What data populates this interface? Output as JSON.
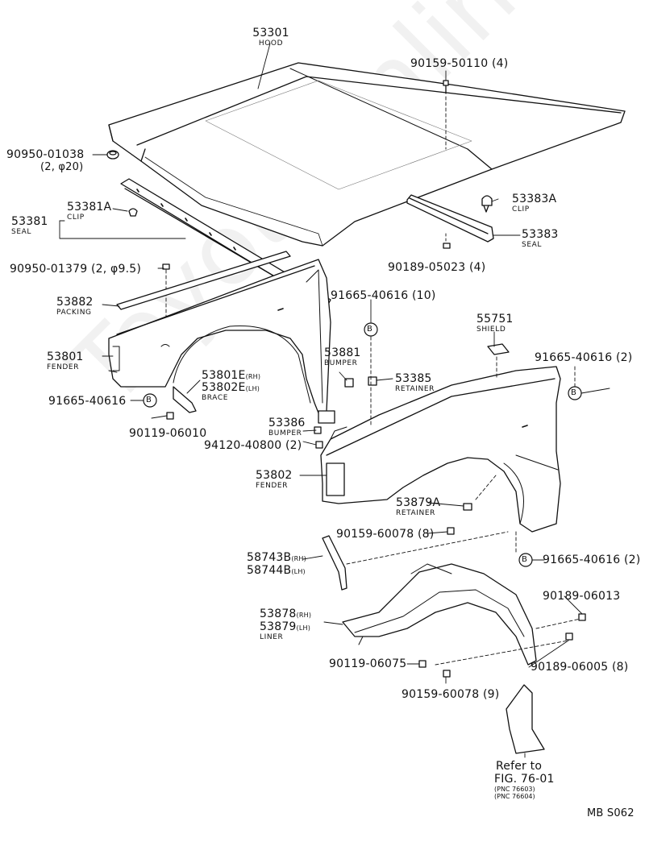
{
  "watermark": "ToyotaOnline.ru",
  "page_code": "MB S062",
  "parts": {
    "hood": {
      "pn": "53301",
      "name": "HOOD"
    },
    "hood_bolt": {
      "pn": "90159-50110 (4)"
    },
    "grommet_left": {
      "pn": "90950-01038",
      "extra": "(2, φ20)"
    },
    "clip_a": {
      "pn": "53381A",
      "name": "CLIP"
    },
    "seal_53381": {
      "pn": "53381",
      "name": "SEAL"
    },
    "clip_53383a": {
      "pn": "53383A",
      "name": "CLIP"
    },
    "seal_53383": {
      "pn": "53383",
      "name": "SEAL"
    },
    "nut_05023": {
      "pn": "90189-05023 (4)"
    },
    "plug_01379": {
      "pn": "90950-01379 (2, φ9.5)"
    },
    "packing": {
      "pn": "53882",
      "name": "PACKING"
    },
    "screw_10": {
      "pn": "91665-40616 (10)"
    },
    "shield": {
      "pn": "55751",
      "name": "SHIELD"
    },
    "bumper_53881": {
      "pn": "53881",
      "name": "BUMPER"
    },
    "retainer_53385": {
      "pn": "53385",
      "name": "RETAINER"
    },
    "screw_2_right": {
      "pn": "91665-40616 (2)"
    },
    "fender_rh": {
      "pn": "53801",
      "name": "FENDER"
    },
    "brace": {
      "pn_rh": "53801E",
      "pn_lh": "53802E",
      "rh": "(RH)",
      "lh": "(LH)",
      "name": "BRACE"
    },
    "screw_left": {
      "pn": "91665-40616"
    },
    "bolt_06010": {
      "pn": "90119-06010"
    },
    "bumper_53386": {
      "pn": "53386",
      "name": "BUMPER"
    },
    "washer_40800": {
      "pn": "94120-40800 (2)"
    },
    "fender_lh": {
      "pn": "53802",
      "name": "FENDER"
    },
    "retainer_53879a": {
      "pn": "53879A",
      "name": "RETAINER"
    },
    "screw_60078_8": {
      "pn": "90159-60078 (8)"
    },
    "flap_moulding": {
      "pn_rh": "58743B",
      "pn_lh": "58744B",
      "rh": "(RH)",
      "lh": "(LH)"
    },
    "screw_2_lower": {
      "pn": "91665-40616 (2)"
    },
    "liner": {
      "pn_rh": "53878",
      "pn_lh": "53879",
      "rh": "(RH)",
      "lh": "(LH)",
      "name": "LINER"
    },
    "nut_06013": {
      "pn": "90189-06013"
    },
    "bolt_06075": {
      "pn": "90119-06075"
    },
    "nut_06005": {
      "pn": "90189-06005 (8)"
    },
    "screw_60078_9": {
      "pn": "90159-60078 (9)"
    },
    "mudguard_ref": {
      "line1": "Refer to",
      "line2": "FIG. 76-01",
      "line3": "(PNC 76603)",
      "line4": "(PNC 76604)"
    }
  },
  "callout_letter": "B"
}
